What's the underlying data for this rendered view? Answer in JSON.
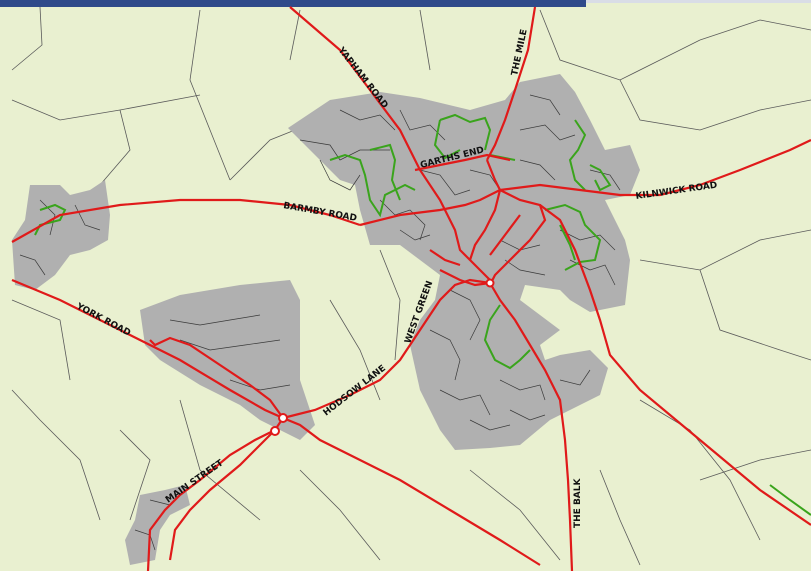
{
  "map": {
    "colors": {
      "background": "#e9f0d0",
      "built_up_area": "#b0b0b0",
      "main_road": "#e01a1a",
      "minor_road": "#3a3a3a",
      "field_boundary": "#5a5a5a",
      "green_route": "#3aa41c",
      "header_bar": "#2f4a8a"
    },
    "road_labels": {
      "yapham_road": "YAPHAM ROAD",
      "the_mile": "THE MILE",
      "garths_end": "GARTHS END",
      "barmby_road": "BARMBY ROAD",
      "kilnwick_road": "KILNWICK ROAD",
      "york_road": "YORK ROAD",
      "west_green": "WEST GREEN",
      "hodsow_lane": "HODSOW LANE",
      "main_street": "MAIN STREET",
      "the_balk": "THE BALK"
    }
  }
}
